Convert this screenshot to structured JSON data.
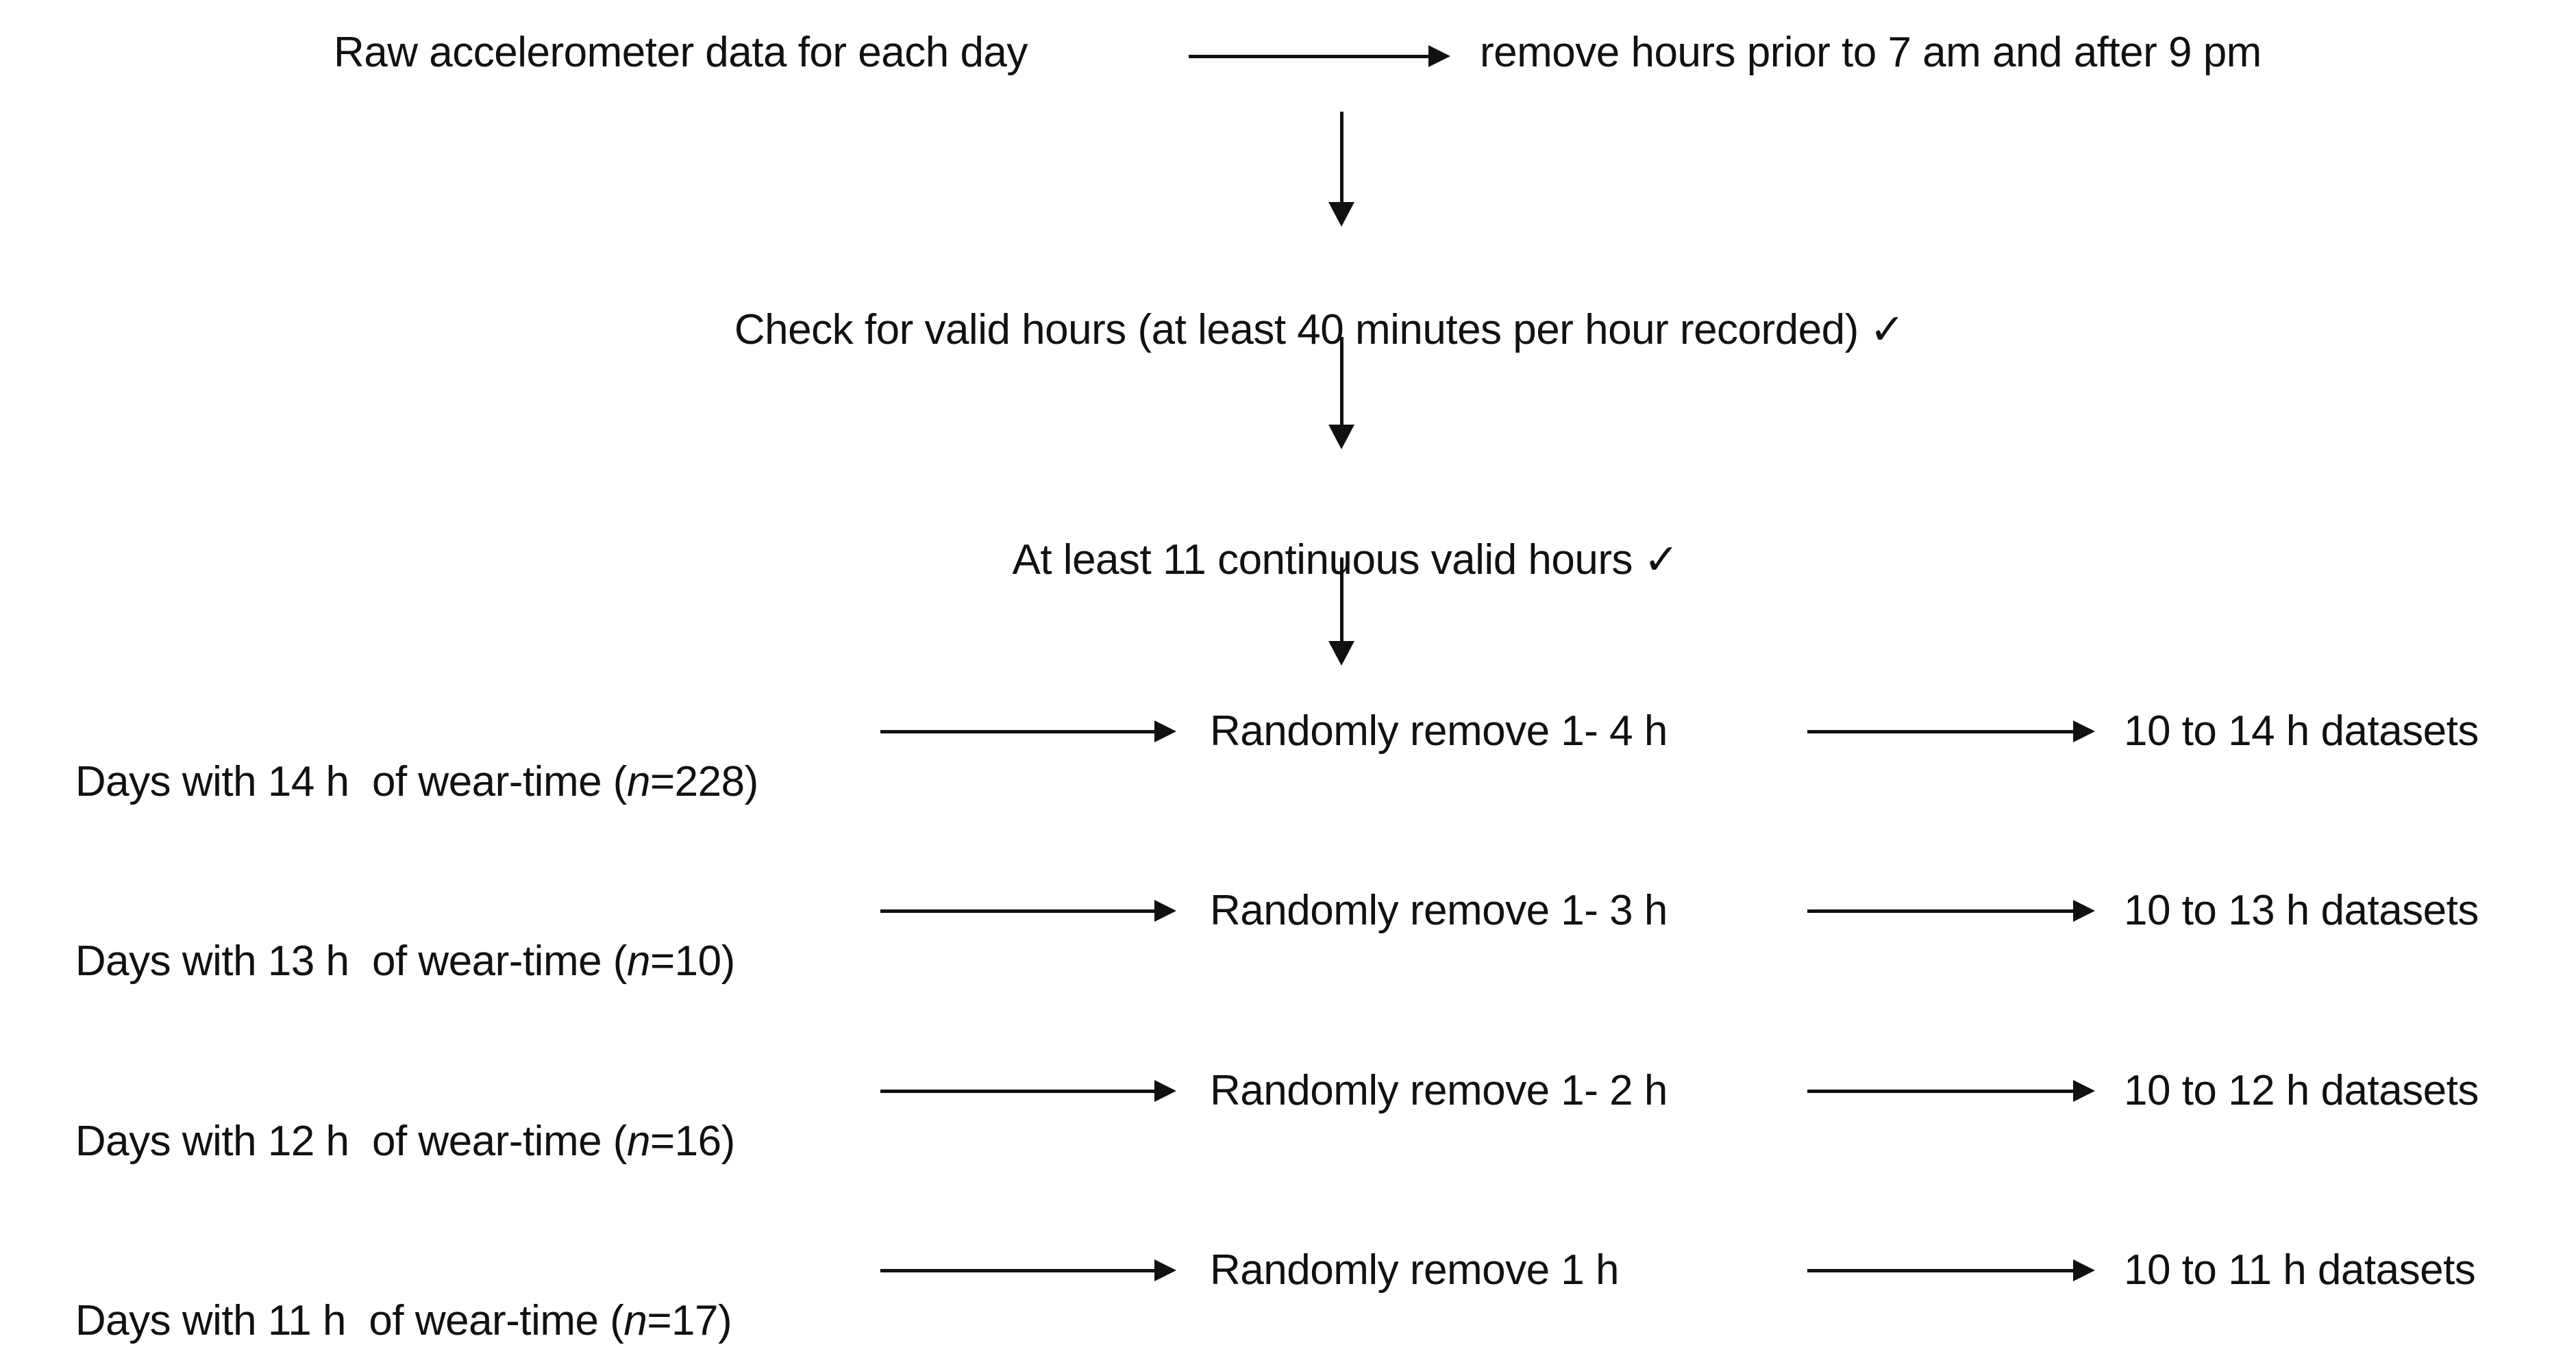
{
  "colors": {
    "background": "#ffffff",
    "text": "#111111",
    "arrow": "#111111"
  },
  "flow": {
    "top_source": "Raw accelerometer data for each day",
    "top_result": "remove hours prior to 7 am and after 9 pm",
    "step2": "Check for valid hours (at least 40 minutes per hour recorded)",
    "step3": "At least 11 continuous valid hours",
    "checkmark": "✓",
    "branches": [
      {
        "source_prefix": "Days with 14 h  of wear-time (",
        "n": "n",
        "source_suffix": "=228)",
        "action": "Randomly remove 1- 4 h",
        "result": "10 to 14 h datasets"
      },
      {
        "source_prefix": "Days with 13 h  of wear-time (",
        "n": "n",
        "source_suffix": "=10)",
        "action": "Randomly remove 1- 3 h",
        "result": "10 to 13 h datasets"
      },
      {
        "source_prefix": "Days with 12 h  of wear-time (",
        "n": "n",
        "source_suffix": "=16)",
        "action": "Randomly remove 1- 2 h",
        "result": "10 to 12 h datasets"
      },
      {
        "source_prefix": "Days with 11 h  of wear-time (",
        "n": "n",
        "source_suffix": "=17)",
        "action": "Randomly remove 1 h",
        "result": "10 to 11 h datasets"
      }
    ]
  }
}
